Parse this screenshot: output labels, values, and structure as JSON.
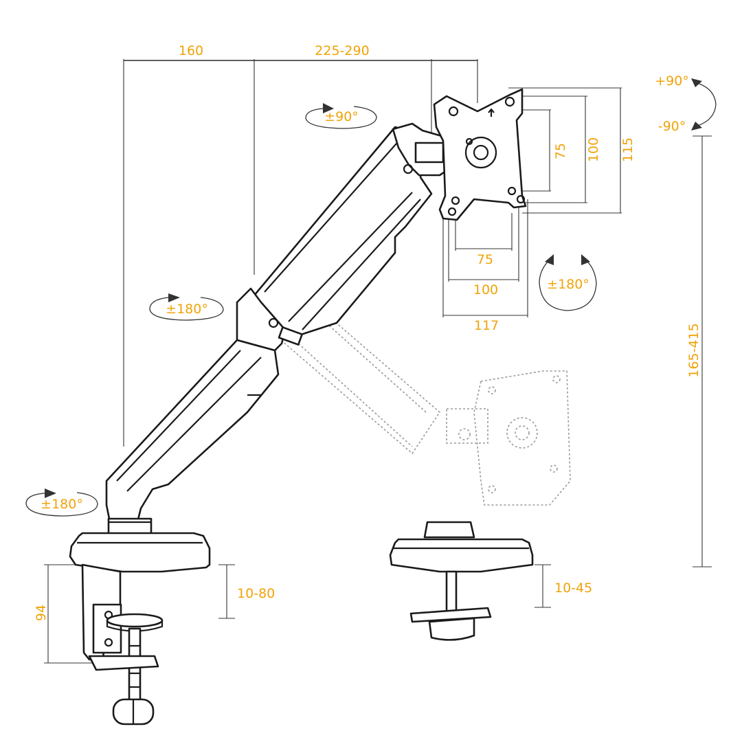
{
  "dimensions": {
    "arm_reach_lower": "160",
    "arm_reach_upper": "225-290",
    "vesa_horizontal_small": "75",
    "vesa_horizontal_large": "100",
    "plate_width": "117",
    "vesa_vertical_small": "75",
    "vesa_vertical_large": "100",
    "plate_height": "115",
    "height_range": "165-415",
    "clamp_height": "94",
    "clamp_desk_thickness": "10-80",
    "grommet_desk_thickness": "10-45"
  },
  "rotations": {
    "tilt": "±90°",
    "swivel_elbow": "±180°",
    "swivel_base": "±180°",
    "plate_rotation": "±180°",
    "pivot_up": "+90°",
    "pivot_down": "-90°"
  },
  "colors": {
    "accent": "#f0a30a",
    "line": "#1a1a1a"
  }
}
